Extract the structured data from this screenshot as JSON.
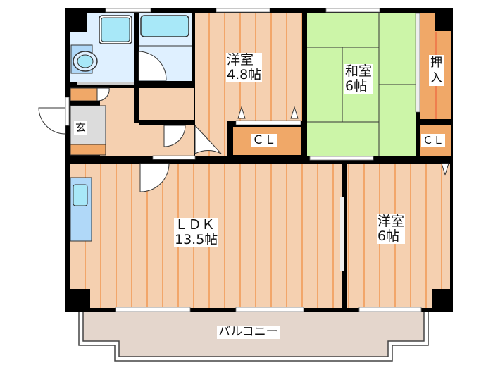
{
  "plan": {
    "rooms": [
      {
        "id": "western_room_1",
        "name": "洋室",
        "size": "4.8帖"
      },
      {
        "id": "japanese_room",
        "name": "和室",
        "size": "6帖"
      },
      {
        "id": "ldk",
        "name": "ＬＤＫ",
        "size": "13.5帖"
      },
      {
        "id": "western_room_2",
        "name": "洋室",
        "size": "6帖"
      }
    ],
    "closets": {
      "cl1": "ＣＬ",
      "cl2": "ＣＬ",
      "oshiire_1": "押",
      "oshiire_2": "入"
    },
    "entrance": "玄",
    "balcony": "バルコニー",
    "colors": {
      "wall": "#000000",
      "wood_floor": "#f5d0b0",
      "wood_line": "#f08a3c",
      "tatami": "#ccf5a8",
      "water_area": "#dff0ff",
      "fixture": "#a8e8f8",
      "closet": "#f0a868",
      "entrance_floor": "#dcdcdc",
      "balcony": "#e4d6cc"
    }
  }
}
